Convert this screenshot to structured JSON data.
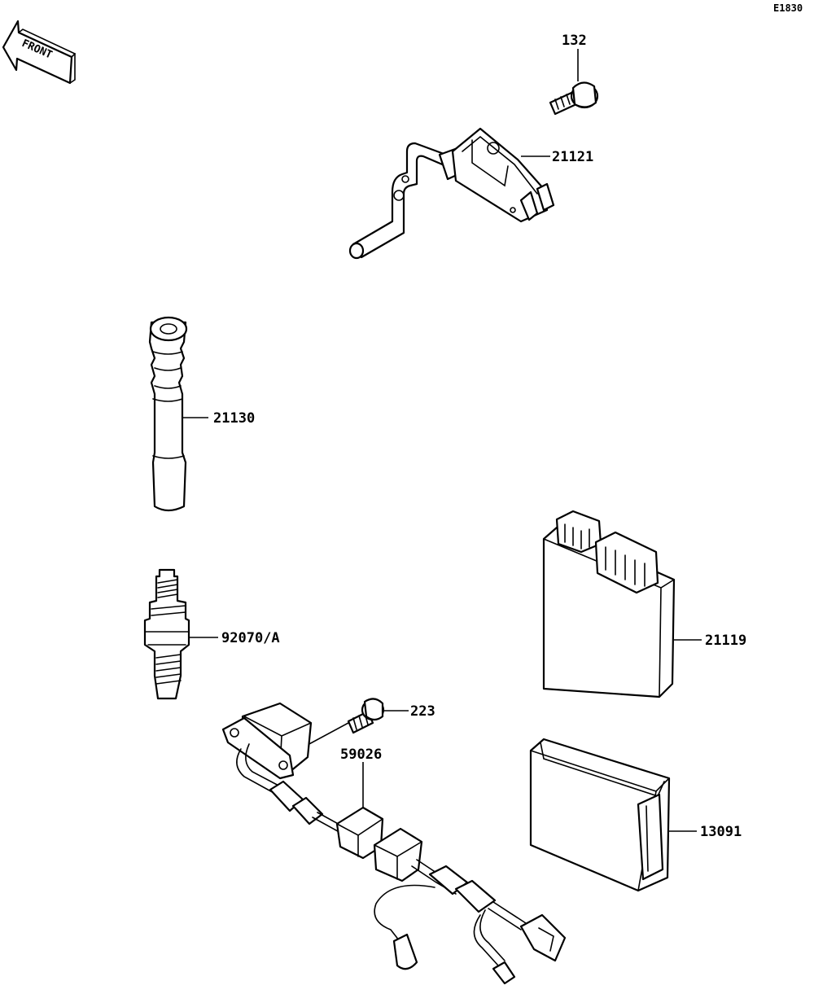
{
  "diagram": {
    "ref_code": "E1830",
    "front_label": "FRONT",
    "parts": [
      {
        "id": "132"
      },
      {
        "id": "21121"
      },
      {
        "id": "21130"
      },
      {
        "id": "92070/A"
      },
      {
        "id": "21119"
      },
      {
        "id": "223"
      },
      {
        "id": "59026"
      },
      {
        "id": "13091"
      }
    ]
  }
}
